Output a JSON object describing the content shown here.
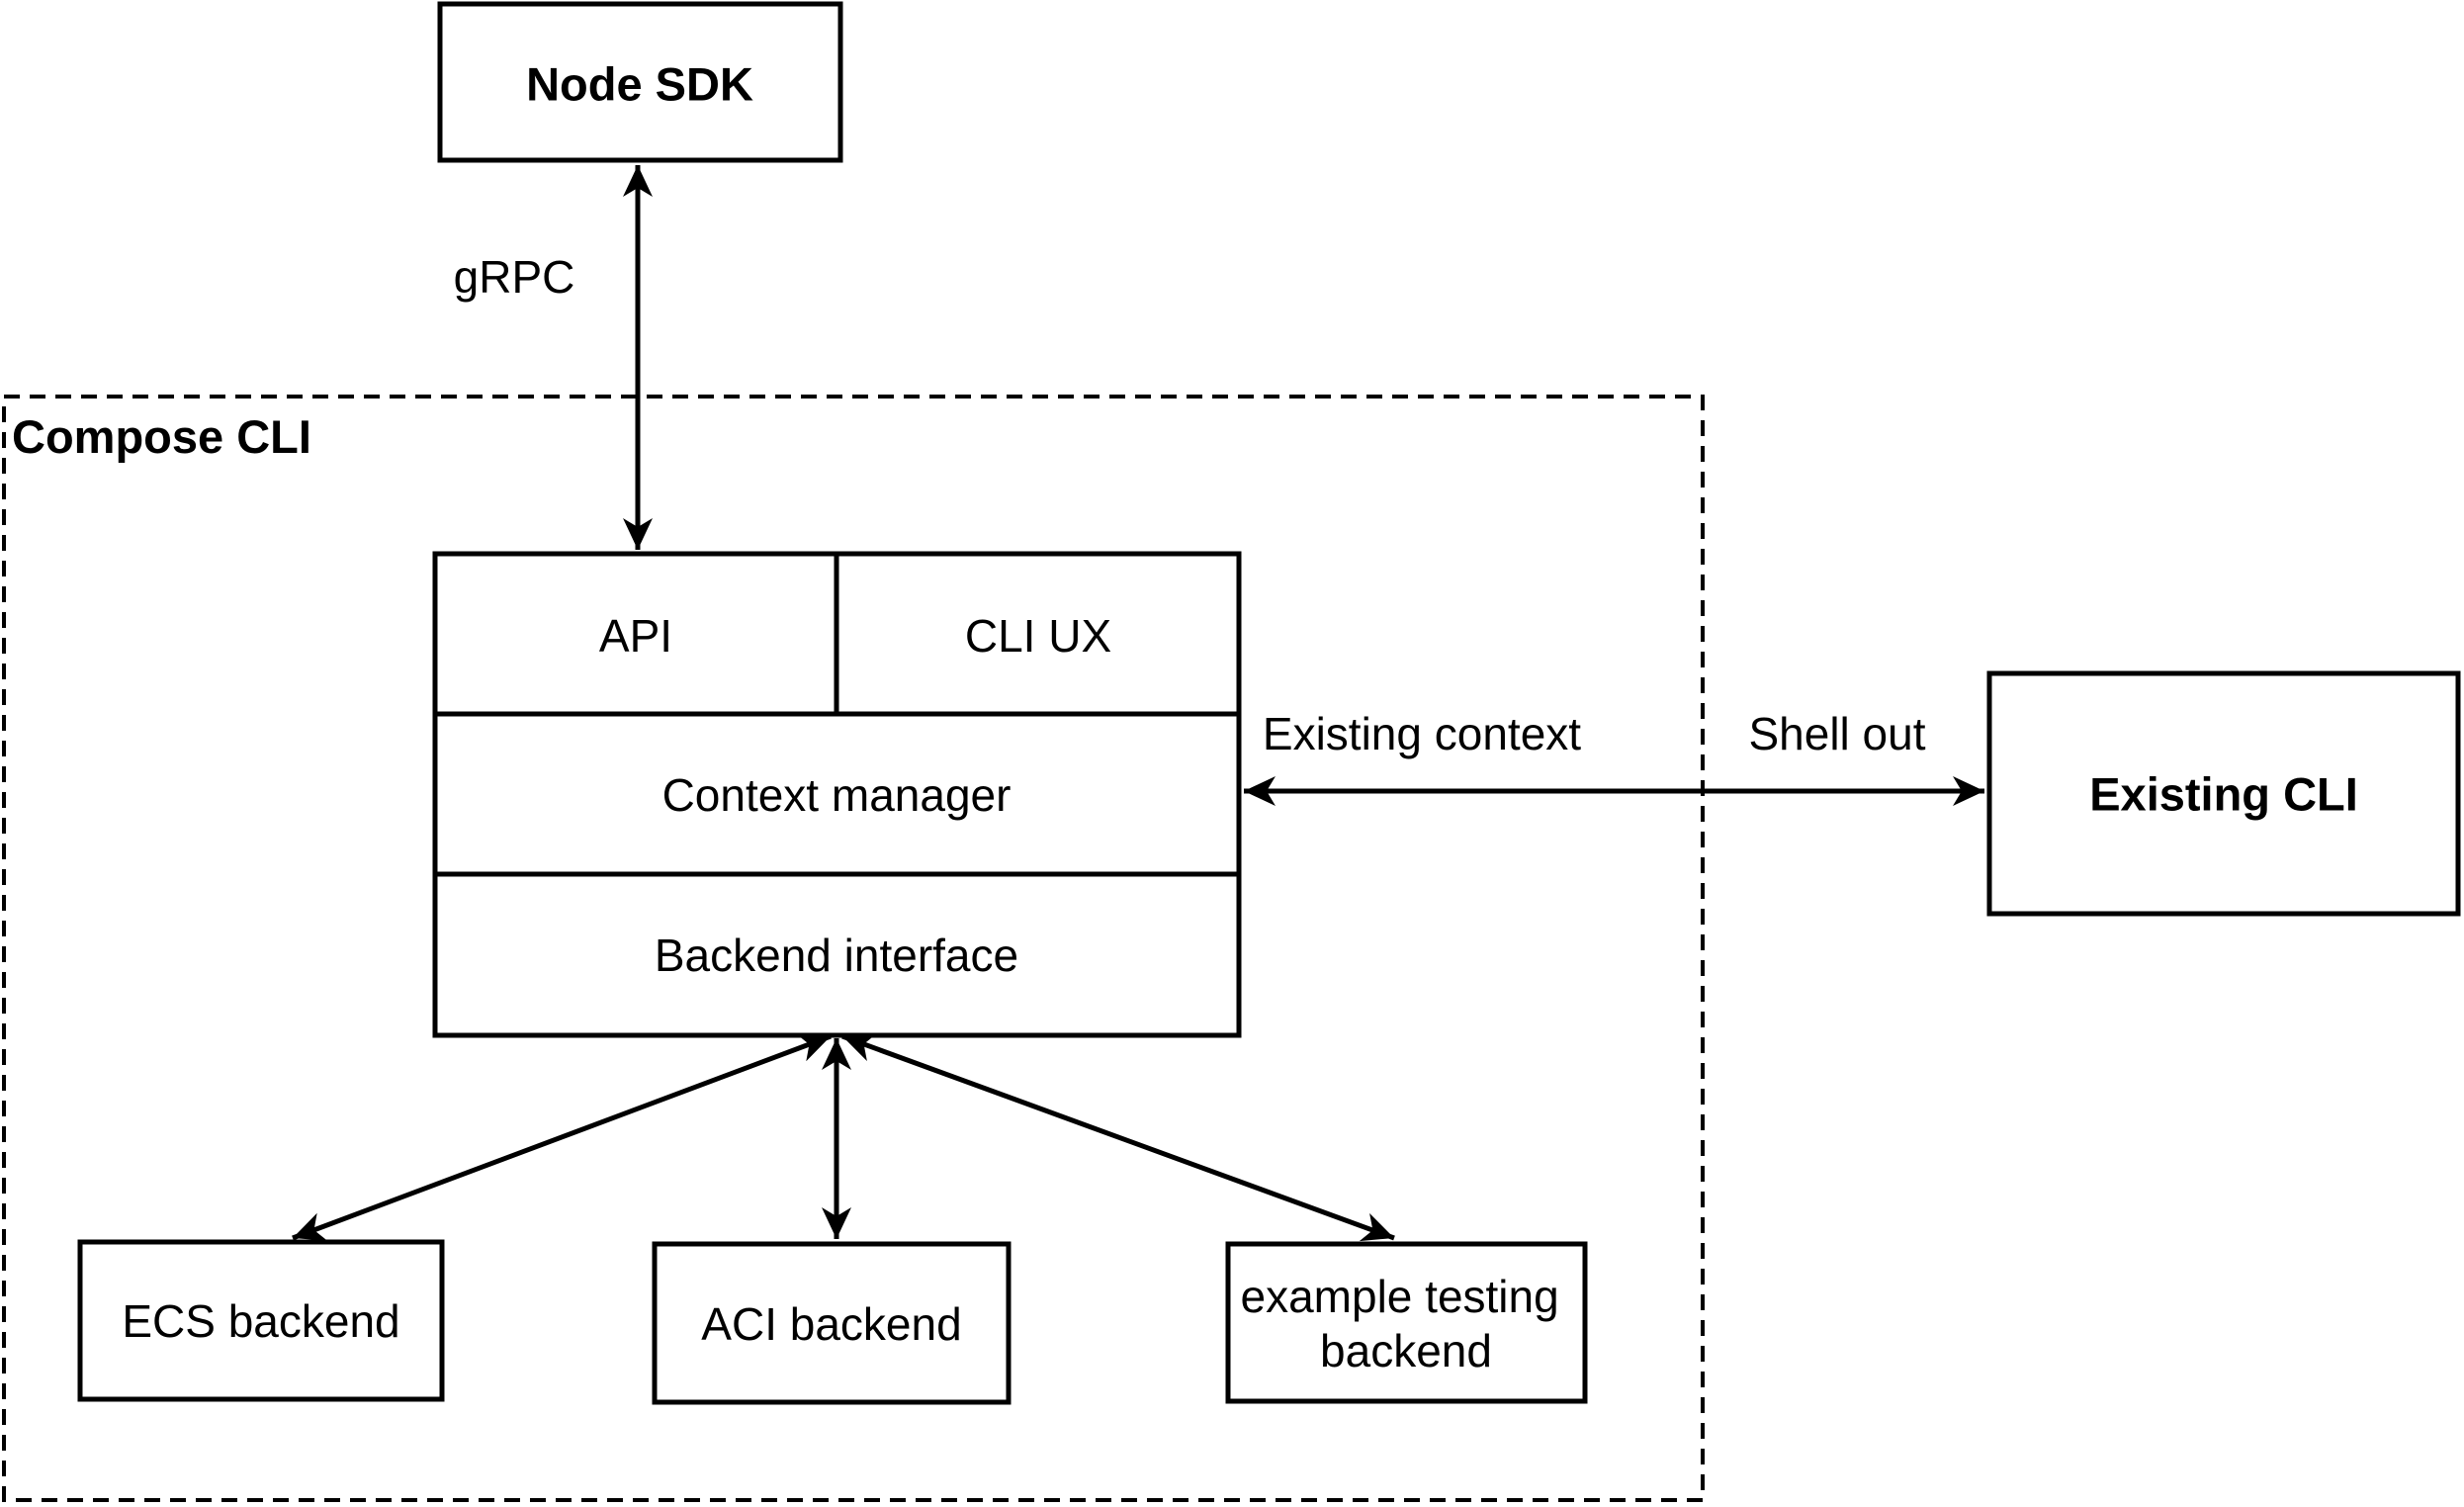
{
  "canvas": {
    "background": "#ffffff",
    "stroke_color": "#000000",
    "text_color": "#000000"
  },
  "nodes": {
    "node_sdk": {
      "label": "Node SDK"
    },
    "compose_cli_group": {
      "label": "Compose CLI"
    },
    "api": {
      "label": "API"
    },
    "cli_ux": {
      "label": "CLI UX"
    },
    "context_manager": {
      "label": "Context manager"
    },
    "backend_interface": {
      "label": "Backend interface"
    },
    "ecs_backend": {
      "label": "ECS backend"
    },
    "aci_backend": {
      "label": "ACI backend"
    },
    "example_testing_backend": {
      "line1": "example testing",
      "line2": "backend"
    },
    "existing_cli": {
      "label": "Existing CLI"
    }
  },
  "edges": {
    "grpc": {
      "label": "gRPC"
    },
    "existing_context": {
      "label": "Existing context"
    },
    "shell_out": {
      "label": "Shell out"
    }
  }
}
